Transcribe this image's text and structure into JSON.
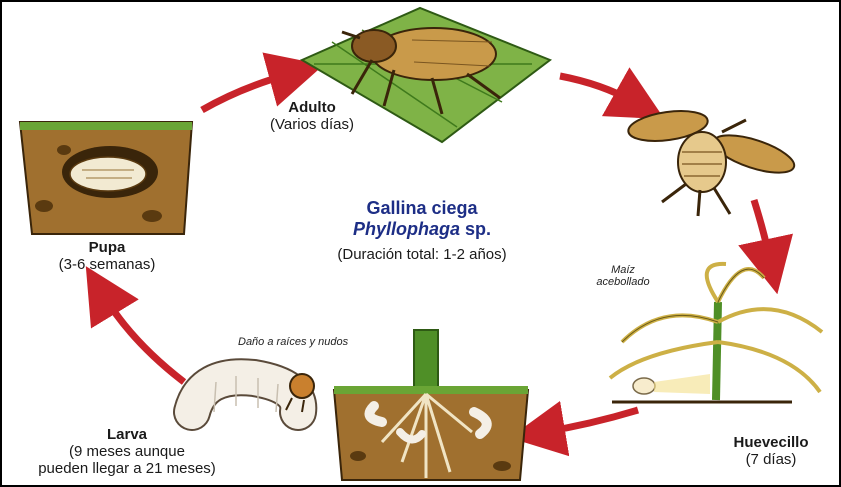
{
  "title": "Gallina ciega",
  "species_italic": "Phyllophaga",
  "species_suffix": " sp.",
  "duration": "(Duración total: 1-2 años)",
  "stages": {
    "adulto": {
      "name": "Adulto",
      "time": "(Varios días)"
    },
    "huevecillo": {
      "name": "Huevecillo",
      "time": "(7 días)"
    },
    "larva": {
      "name": "Larva",
      "time_line1": "(9 meses aunque",
      "time_line2": "pueden llegar a 21 meses)"
    },
    "pupa": {
      "name": "Pupa",
      "time": "(3-6 semanas)"
    }
  },
  "notes": {
    "damage": "Daño a raíces y nudos",
    "maize_line1": "Maíz",
    "maize_line2": "acebollado"
  },
  "colors": {
    "arrow": "#c8232a",
    "title": "#1d2e86",
    "soil": "#8b5a1e",
    "grass": "#6aa535",
    "beetle": "#c99a4a"
  }
}
